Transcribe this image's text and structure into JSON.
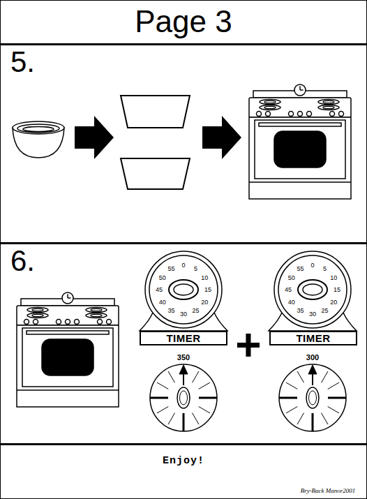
{
  "diagram": {
    "title": "Page 3",
    "nodes": [
      {
        "text": [
          "5."
        ]
      },
      {
        "text": [
          "6."
        ]
      },
      {
        "text": [
          "TIMER"
        ],
        "in": 1
      },
      {
        "text": [
          "TIMER"
        ],
        "in": 1
      },
      {
        "text": [
          "Enjoy!"
        ]
      }
    ],
    "labels": [
      "0",
      "5",
      "10",
      "15",
      "20",
      "25",
      "30",
      "35",
      "40",
      "45",
      "50",
      "55",
      "350",
      "+",
      "0",
      "5",
      "10",
      "15",
      "20",
      "25",
      "30",
      "35",
      "40",
      "45",
      "50",
      "55",
      "300",
      "Bry-Back Manor2001"
    ]
  }
}
